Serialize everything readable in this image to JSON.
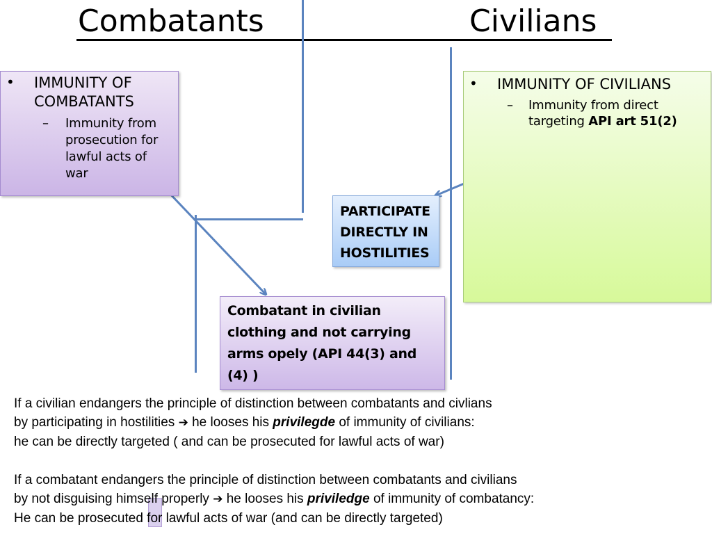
{
  "titles": {
    "left": "Combatants",
    "right": "Civilians"
  },
  "combatants_box": {
    "heading": "IMMUNITY OF COMBATANTS",
    "heading_lines": [
      "IMMUNITY OF",
      "COMBATANTS"
    ],
    "sub": "Immunity from prosecution for lawful acts of war",
    "sub_lines": [
      "Immunity from",
      "prosecution for",
      "lawful acts of",
      "war"
    ]
  },
  "civilians_box": {
    "heading": "IMMUNITY OF CIVILIANS",
    "sub_lines": [
      "Immunity from direct",
      "targeting"
    ],
    "sub_ref": "API art 51(2)"
  },
  "participate_box": {
    "lines": [
      "PARTICIPATE",
      "DIRECTLY IN",
      "HOSTILITIES"
    ]
  },
  "combatant_civilian_box": {
    "lines": [
      "Combatant in civilian",
      "clothing and not carrying",
      "arms opely (API 44(3) and",
      "(4) )"
    ]
  },
  "paragraph1": {
    "line1": "If a civilian endangers the principle of distinction between combatants and civlians",
    "line2_pre": "by participating in hostilities ",
    "line2_arrow": "➔",
    "line2_mid": " he looses his ",
    "line2_em": "privilegde",
    "line2_post": " of immunity of civilians:",
    "line3": "he can be directly targeted ( and can be prosecuted for lawful acts of war)"
  },
  "paragraph2": {
    "line1": "If a combatant endangers the principle of distinction between combatants and civilians",
    "line2_pre": "by not disguising himself properly ",
    "line2_arrow": "➔",
    "line2_mid": " he looses his ",
    "line2_em": "priviledge",
    "line2_post": " of immunity of combatancy:",
    "line3": "He can be prosecuted for lawful acts of war (and can be directly targeted)"
  },
  "colors": {
    "line": "#5b84bf",
    "purple_box": "#cbb5e6",
    "green_box": "#d7f99a",
    "blue_box": "#a9ccf7"
  }
}
